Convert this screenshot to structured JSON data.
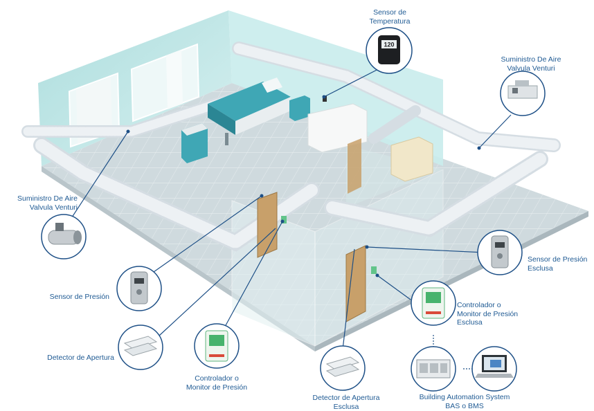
{
  "labels": {
    "sensor_temperatura": "Sensor de\nTemperatura",
    "thermostat_reading": "120",
    "suministro_right": "Suministro De Aire\nValvula Venturi",
    "suministro_left": "Suministro De Aire\nValvula Venturi",
    "sensor_presion": "Sensor de Presión",
    "sensor_presion_esclusa": "Sensor de Presión\nEsclusa",
    "controlador_esclusa": "Controlador o\nMonitor de Presión\nEsclusa",
    "detector_apertura": "Detector de Apertura",
    "controlador_presion": "Controlador o\nMonitor de Presión",
    "detector_apertura_esclusa": "Detector de Apertura\nEsclusa",
    "bas": "Building Automation System\nBAS o BMS"
  },
  "colors": {
    "label_text": "#1f5a93",
    "wall": "#bfe6e6",
    "floor": "#cdd8dc",
    "duct": "#e6ebef",
    "callout_line": "#1d4f86",
    "door": "#c8a06a",
    "bed": "#3fa7b5"
  },
  "icons": {
    "temperature_sensor": "thermostat-icon",
    "venturi_valve": "valve-icon",
    "pressure_sensor": "pressure-sensor-icon",
    "door_contact": "door-contact-icon",
    "pressure_monitor": "pressure-monitor-icon",
    "bms_controller": "plc-icon",
    "bms_laptop": "laptop-icon"
  }
}
